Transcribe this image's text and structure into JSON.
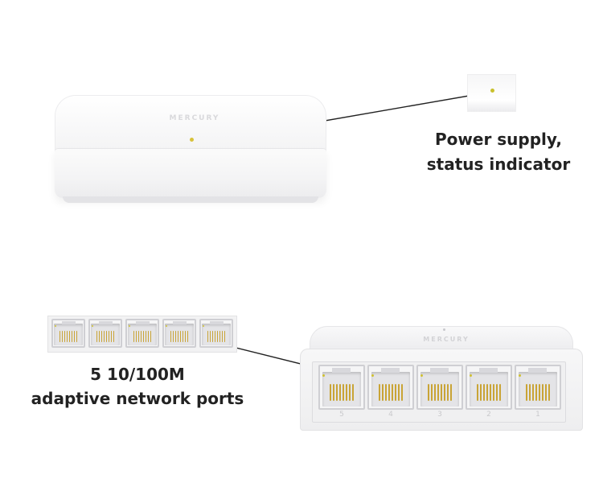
{
  "callouts": {
    "power_line1": "Power supply,",
    "power_line2": "status indicator",
    "ports_line1": "5 10/100M",
    "ports_line2": "adaptive network ports"
  },
  "device": {
    "brand_logo_text": "MERCURY",
    "port_numbers": [
      "5",
      "4",
      "3",
      "2",
      "1"
    ]
  },
  "colors": {
    "led": "#d8c23a",
    "pins": "#c9a436",
    "text": "#222222",
    "leader_line": "#222222"
  }
}
